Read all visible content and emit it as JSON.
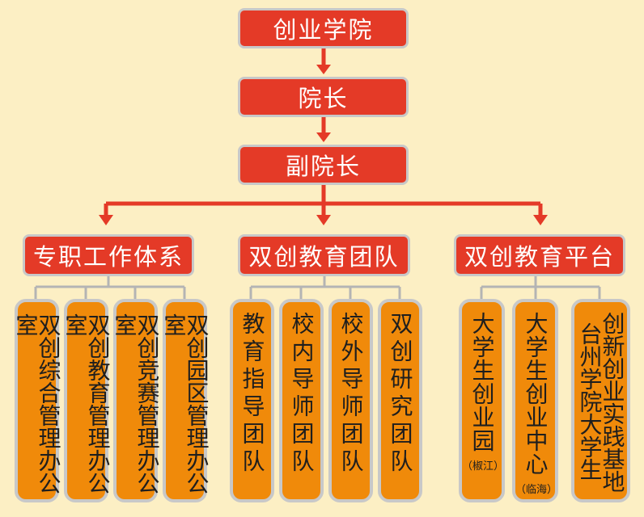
{
  "top_chain": [
    {
      "id": "college",
      "label": "创业学院"
    },
    {
      "id": "dean",
      "label": "院长"
    },
    {
      "id": "vice_dean",
      "label": "副院长"
    }
  ],
  "categories": [
    {
      "id": "fulltime",
      "label": "专职工作体系"
    },
    {
      "id": "team",
      "label": "双创教育团队"
    },
    {
      "id": "platform",
      "label": "双创教育平台"
    }
  ],
  "leaves": {
    "fulltime": [
      "双创综合管理办公室",
      "双创教育管理办公室",
      "双创竞赛管理办公室",
      "双创园区管理办公室"
    ],
    "team": [
      "教育指导团队",
      "校内导师团队",
      "校外导师团队",
      "双创研究团队"
    ],
    "platform": [
      {
        "label": "大学生创业园",
        "sub": "（椒江）"
      },
      {
        "label": "大学生创业中心",
        "sub": "（临海）"
      },
      {
        "col_right": "创新创业实践基地",
        "col_left": "台州学院大学生"
      }
    ]
  },
  "colors": {
    "background": "#fcefc4",
    "red_box": "#e43a27",
    "orange_box": "#f08a0a",
    "border_gray": "#c8c8c8",
    "connector_red": "#e43a27",
    "connector_gray": "#b4b4b4"
  }
}
